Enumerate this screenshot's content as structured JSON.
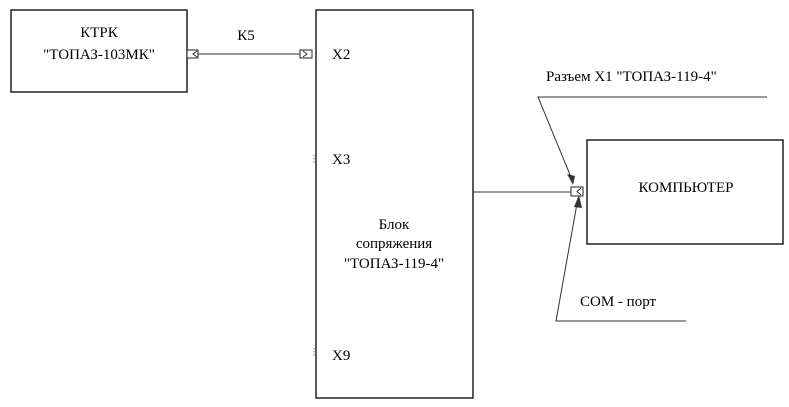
{
  "blocks": {
    "ktrk": {
      "line1": "КТРК",
      "line2": "\"ТОПАЗ-103МК\""
    },
    "interface": {
      "line1": "Блок",
      "line2": "сопряжения",
      "line3": "\"ТОПАЗ-119-4\"",
      "ports": {
        "x2": "X2",
        "x3": "X3",
        "x9": "X9"
      }
    },
    "computer": {
      "label": "КОМПЬЮТЕР"
    }
  },
  "cable": {
    "label": "К5"
  },
  "callouts": {
    "connector": "Разъем X1 \"ТОПАЗ-119-4\"",
    "com_port": "COM - порт"
  }
}
